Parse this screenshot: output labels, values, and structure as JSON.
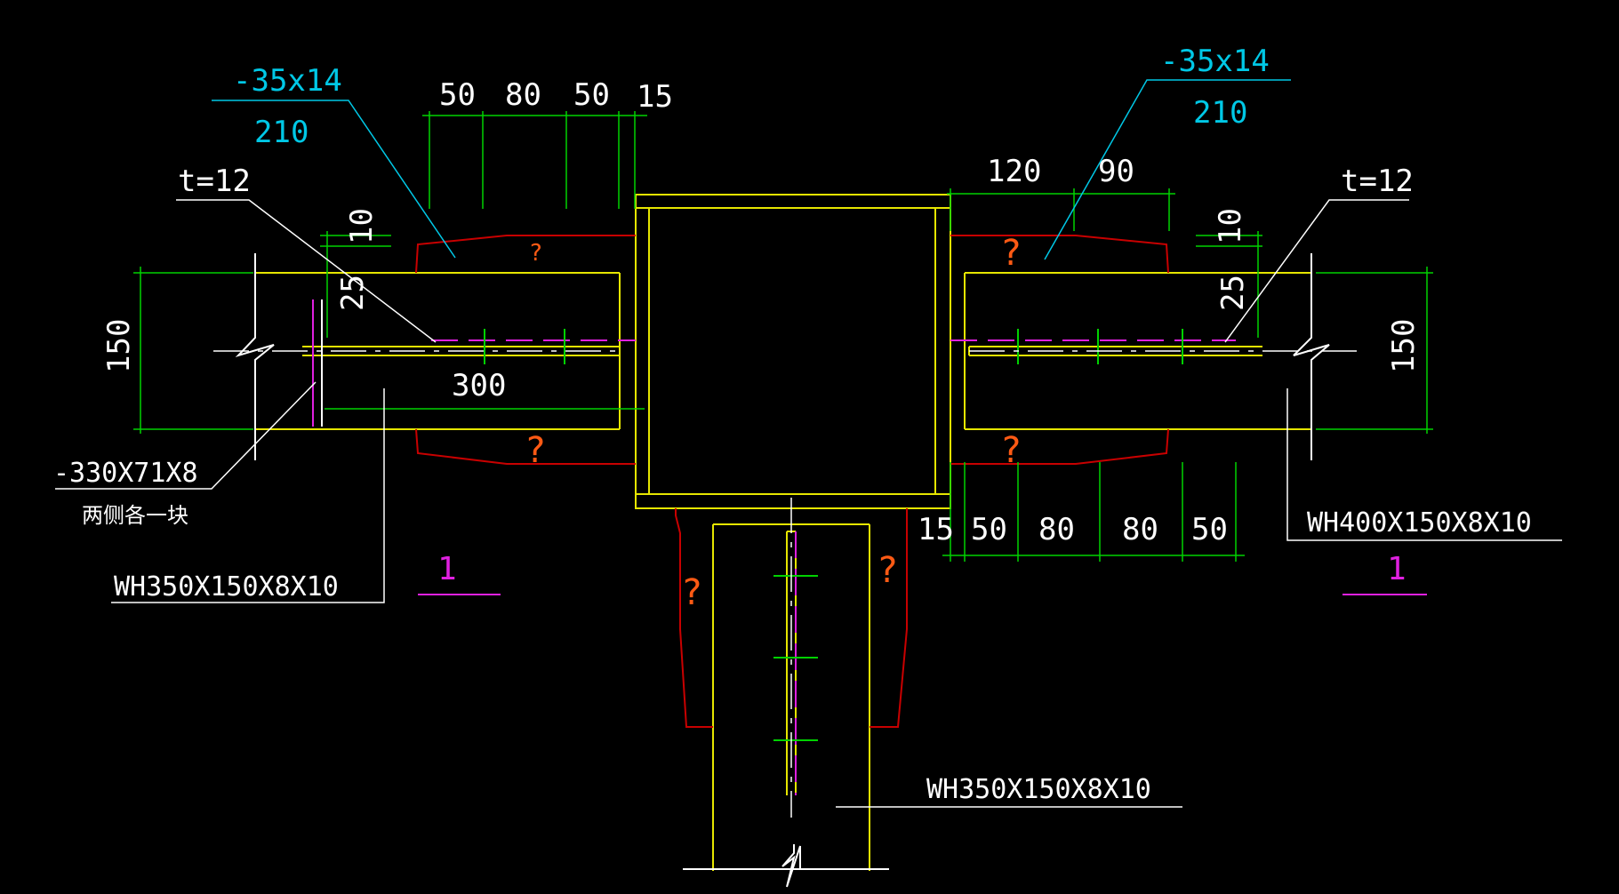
{
  "drawing": {
    "top_left_plate_size": "-35x14",
    "top_left_plate_length": "210",
    "top_right_plate_size": "-35x14",
    "top_right_plate_length": "210",
    "left_thickness": "t=12",
    "right_thickness": "t=12",
    "dim_50_a": "50",
    "dim_80_a": "80",
    "dim_50_b": "50",
    "dim_15_a": "15",
    "dim_120": "120",
    "dim_90": "90",
    "dim_10_left": "10",
    "dim_10_right": "10",
    "dim_25_left": "25",
    "dim_25_right": "25",
    "dim_150_left": "150",
    "dim_150_right": "150",
    "dim_300": "300",
    "dim_15_b": "15",
    "dim_50_c": "50",
    "dim_80_b": "80",
    "dim_80_c": "80",
    "dim_50_d": "50",
    "splice_plate": "-330X71X8",
    "splice_plate_note": "两侧各一块",
    "left_beam": "WH350X150X8X10",
    "right_beam": "WH400X150X8X10",
    "bottom_beam": "WH350X150X8X10",
    "section_mark_left": "1",
    "section_mark_right": "1",
    "weld_mark": "?"
  },
  "colors": {
    "background": "#000000",
    "dimension_green": "#00d200",
    "beam_yellow": "#e6e600",
    "weld_red": "#c80000",
    "leader_cyan": "#00c8e6",
    "bolt_magenta": "#e020e0",
    "weld_symbol_orange": "#ff5a14"
  }
}
